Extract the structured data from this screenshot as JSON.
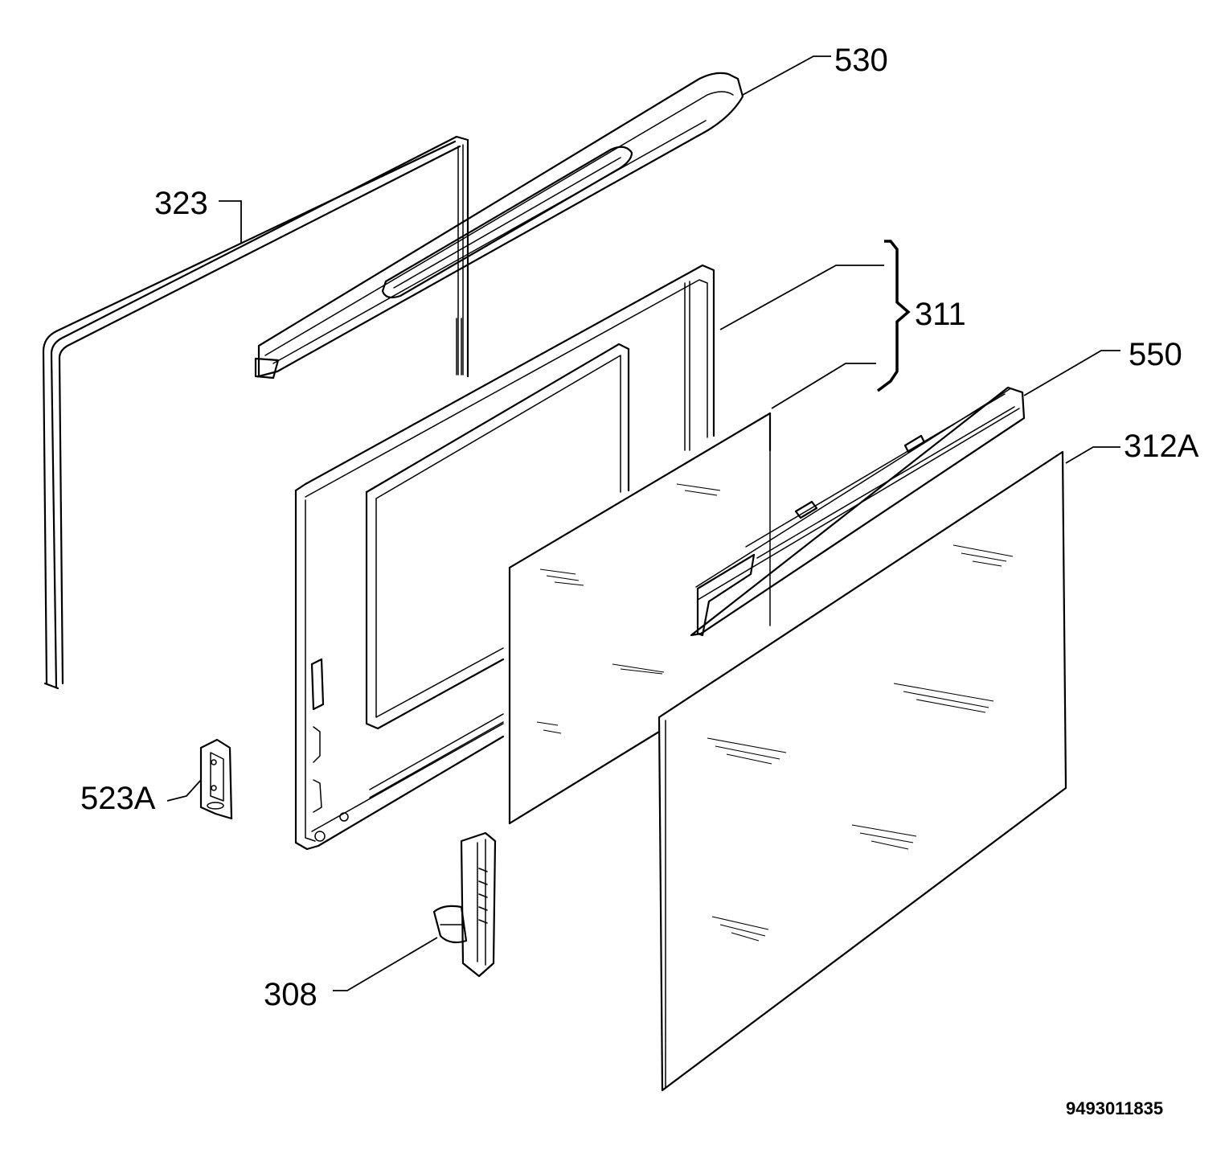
{
  "callouts": {
    "p530": "530",
    "p323": "323",
    "p311": "311",
    "p550": "550",
    "p312a": "312A",
    "p523a": "523A",
    "p308": "308"
  },
  "document_number": "9493011835"
}
